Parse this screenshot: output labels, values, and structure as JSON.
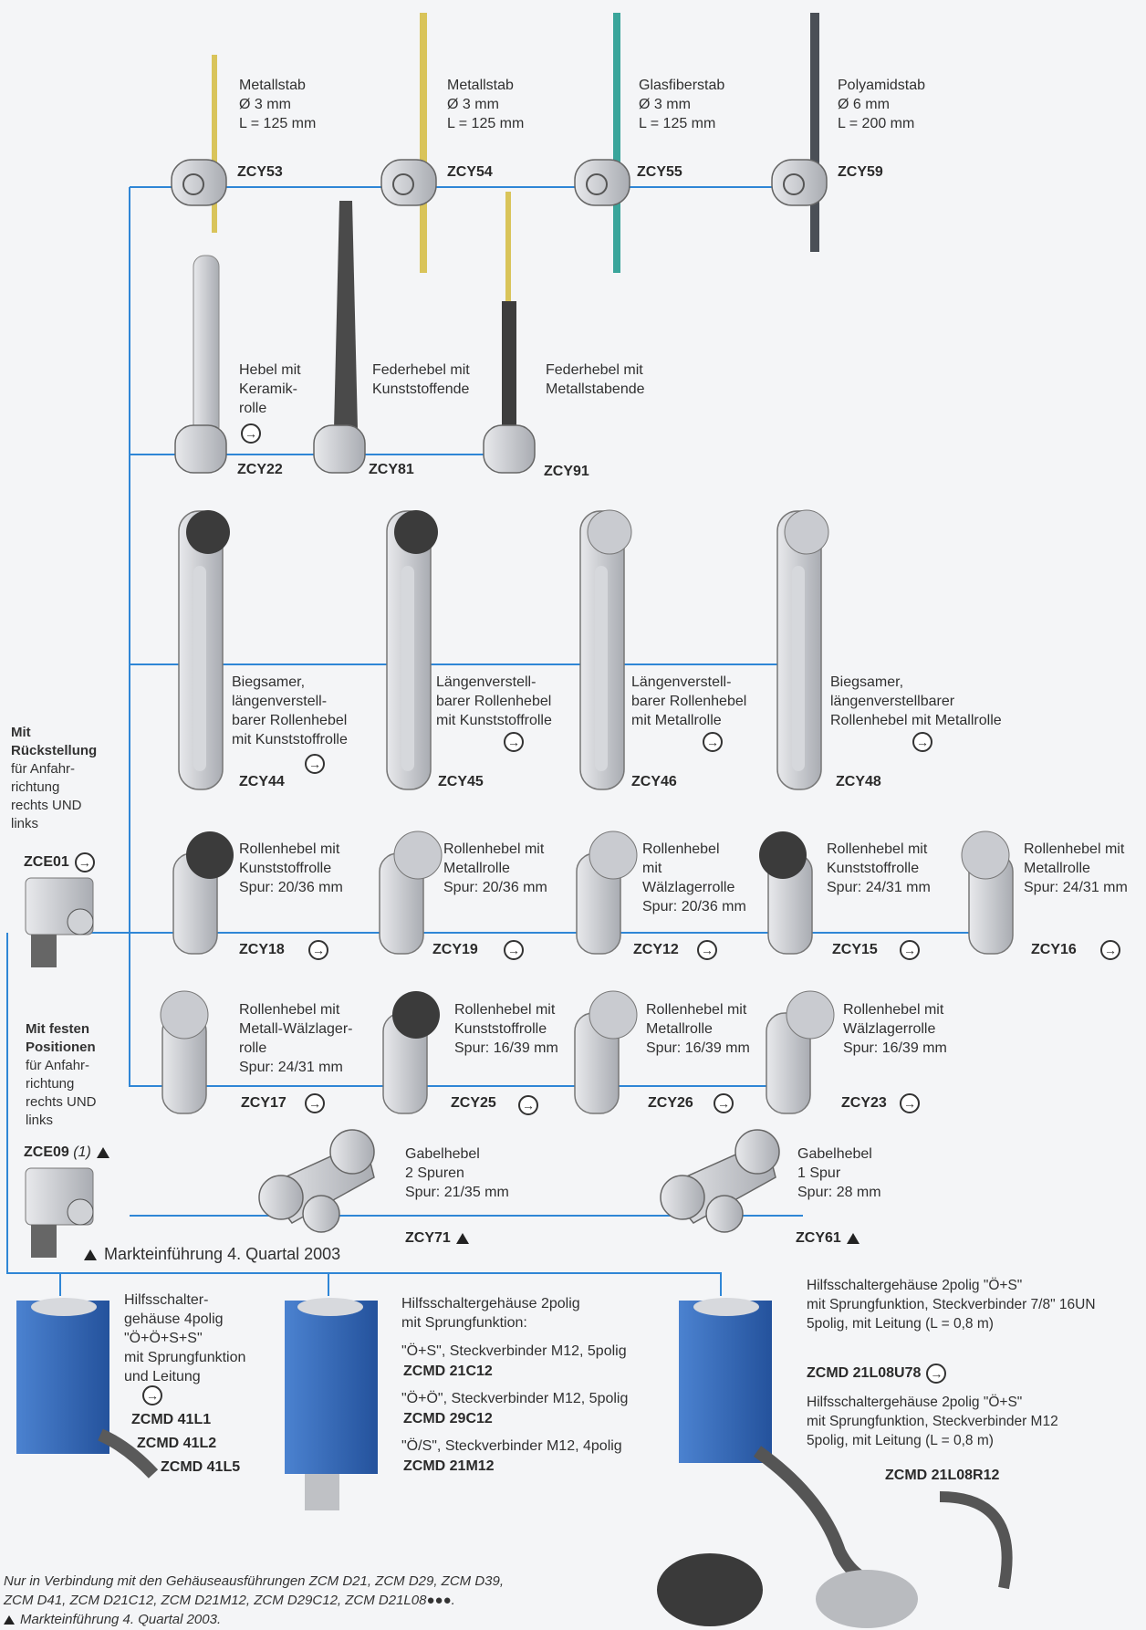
{
  "rods": [
    {
      "code": "ZCY53",
      "text": "Metallstab\nØ 3 mm\nL = 125 mm"
    },
    {
      "code": "ZCY54",
      "text": "Metallstab\nØ 3 mm\nL = 125 mm"
    },
    {
      "code": "ZCY55",
      "text": "Glasfiberstab\nØ 3 mm\nL = 125 mm"
    },
    {
      "code": "ZCY59",
      "text": "Polyamidstab\nØ 6 mm\nL = 200 mm"
    }
  ],
  "levers": [
    {
      "code": "ZCY22",
      "text": "Hebel mit\nKeramik-\nrolle"
    },
    {
      "code": "ZCY81",
      "text": "Federhebel mit\nKunststoffende"
    },
    {
      "code": "ZCY91",
      "text": "Federhebel mit\nMetallstabende"
    }
  ],
  "adjustable": [
    {
      "code": "ZCY44",
      "text": "Biegsamer,\nlängenverstell-\nbarer Rollenhebel\nmit Kunststoffrolle"
    },
    {
      "code": "ZCY45",
      "text": "Längenverstell-\nbarer Rollenhebel\nmit Kunststoffrolle"
    },
    {
      "code": "ZCY46",
      "text": "Längenverstell-\nbarer Rollenhebel\nmit Metallrolle"
    },
    {
      "code": "ZCY48",
      "text": "Biegsamer,\nlängenverstellbarer\nRollenhebel mit Metallrolle"
    }
  ],
  "roller_row1": [
    {
      "code": "ZCY18",
      "text": "Rollenhebel mit\nKunststoffrolle\nSpur: 20/36 mm"
    },
    {
      "code": "ZCY19",
      "text": "Rollenhebel mit\nMetallrolle\nSpur: 20/36 mm"
    },
    {
      "code": "ZCY12",
      "text": "Rollenhebel\nmit\nWälzlagerrolle\nSpur: 20/36 mm"
    },
    {
      "code": "ZCY15",
      "text": "Rollenhebel mit\nKunststoffrolle\nSpur: 24/31 mm"
    },
    {
      "code": "ZCY16",
      "text": "Rollenhebel mit\nMetallrolle\nSpur: 24/31 mm"
    }
  ],
  "roller_row2": [
    {
      "code": "ZCY17",
      "text": "Rollenhebel mit\nMetall-Wälzlager-\nrolle\nSpur: 24/31 mm"
    },
    {
      "code": "ZCY25",
      "text": "Rollenhebel mit\nKunststoffrolle\nSpur: 16/39 mm"
    },
    {
      "code": "ZCY26",
      "text": "Rollenhebel mit\nMetallrolle\nSpur: 16/39 mm"
    },
    {
      "code": "ZCY23",
      "text": "Rollenhebel mit\nWälzlagerrolle\nSpur: 16/39 mm"
    }
  ],
  "fork": [
    {
      "code": "ZCY71",
      "text": "Gabelhebel\n2 Spuren\nSpur: 21/35 mm"
    },
    {
      "code": "ZCY61",
      "text": "Gabelhebel\n1 Spur\nSpur: 28 mm"
    }
  ],
  "side": {
    "reset_title": "Mit\nRückstellung",
    "reset_text": "für Anfahr-\nrichtung\nrechts UND\nlinks",
    "reset_code": "ZCE01",
    "fixed_title": "Mit festen\nPositionen",
    "fixed_text": "für Anfahr-\nrichtung\nrechts UND\nlinks",
    "fixed_code": "ZCE09",
    "fixed_note": "(1)",
    "market": "Markteinführung 4. Quartal 2003"
  },
  "housings": {
    "h1_text": "Hilfsschalter-\ngehäuse 4polig\n\"Ö+Ö+S+S\"\nmit Sprungfunktion\nund Leitung",
    "h1_codes": [
      "ZCMD 41L1",
      "ZCMD 41L2",
      "ZCMD 41L5"
    ],
    "h2_title": "Hilfsschaltergehäuse 2polig\nmit Sprungfunktion:",
    "h2_items": [
      {
        "desc": "\"Ö+S\", Steckverbinder M12, 5polig",
        "code": "ZCMD 21C12"
      },
      {
        "desc": "\"Ö+Ö\", Steckverbinder M12, 5polig",
        "code": "ZCMD 29C12"
      },
      {
        "desc": "\"Ö/S\", Steckverbinder M12, 4polig",
        "code": "ZCMD 21M12"
      }
    ],
    "h3_text1": "Hilfsschaltergehäuse 2polig \"Ö+S\"\nmit Sprungfunktion, Steckverbinder 7/8\" 16UN\n5polig, mit Leitung (L = 0,8 m)",
    "h3_code1": "ZCMD 21L08U78",
    "h3_text2": "Hilfsschaltergehäuse 2polig \"Ö+S\"\nmit Sprungfunktion, Steckverbinder M12\n5polig, mit Leitung (L = 0,8 m)",
    "h3_code2": "ZCMD 21L08R12"
  },
  "footer": {
    "line1": "Nur in Verbindung mit den Gehäuseausführungen ZCM D21, ZCM D29, ZCM D39,",
    "line2": "ZCM D41, ZCM D21C12, ZCM D21M12, ZCM D29C12, ZCM D21L08●●●.",
    "line3": "Markteinführung 4. Quartal 2003."
  },
  "colors": {
    "line": "#2f86d6",
    "housing": "#2f62b3",
    "metal": "#c4c6ca",
    "rubber": "#3b3b3b",
    "rod_gold": "#d9c45a",
    "rod_green": "#3aa59b",
    "rod_dark": "#4a4f56"
  }
}
